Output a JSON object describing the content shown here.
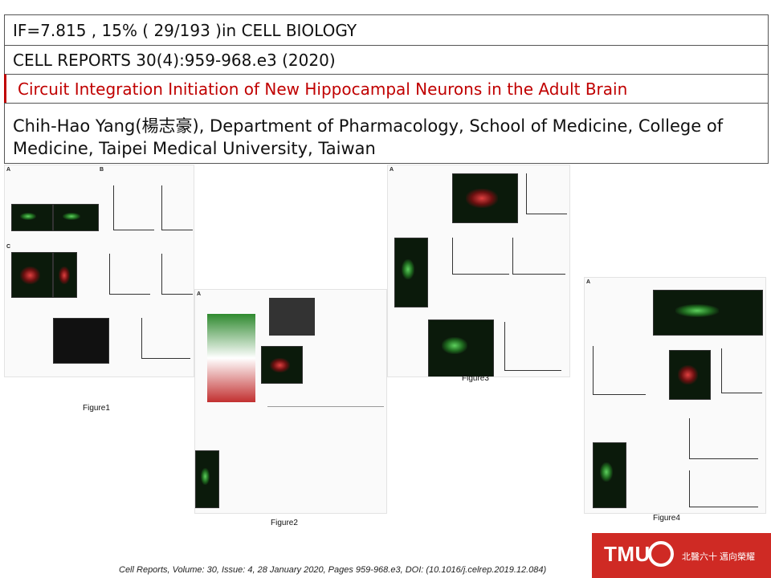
{
  "header": {
    "impact": "IF=7.815 , 15% ( 29/193 )in CELL BIOLOGY",
    "journal": "CELL REPORTS  30(4):959-968.e3 (2020)",
    "title": "Circuit Integration Initiation of New Hippocampal  Neurons in the Adult Brain",
    "authors": "Chih-Hao Yang(楊志豪), Department of Pharmacology, School of Medicine, College of Medicine, Taipei Medical University, Taiwan"
  },
  "figures": {
    "figure1": {
      "caption": "Figure1"
    },
    "figure2": {
      "caption": "Figure2"
    },
    "figure3": {
      "caption": "Figure3"
    },
    "figure4": {
      "caption": "Figure4"
    }
  },
  "citation": "Cell Reports, Volume: 30, Issue: 4, 28 January 2020, Pages 959-968.e3, DOI: (10.1016/j.celrep.2019.12.084)",
  "logo": {
    "text": "TMU",
    "slogan": "北醫六十 邁向榮耀"
  },
  "colors": {
    "title_red": "#c00000",
    "logo_red": "#cf2a24"
  }
}
